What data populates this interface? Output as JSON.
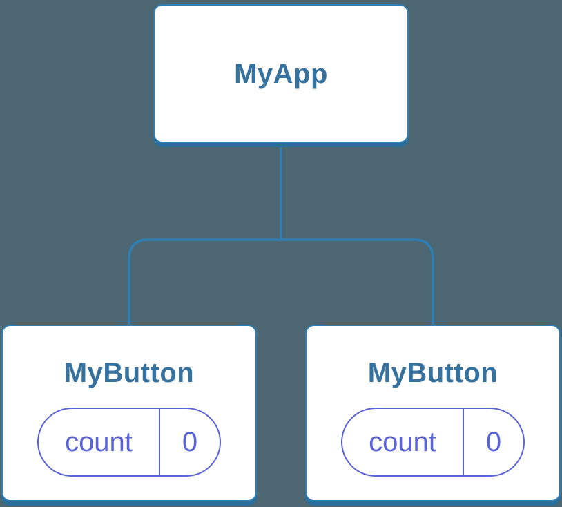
{
  "diagram": {
    "type": "component-tree",
    "root": {
      "label": "MyApp"
    },
    "children": [
      {
        "label": "MyButton",
        "state": {
          "key": "count",
          "value": "0"
        }
      },
      {
        "label": "MyButton",
        "state": {
          "key": "count",
          "value": "0"
        }
      }
    ]
  },
  "colors": {
    "background": "#4C6771",
    "box_fill": "#FFFFFF",
    "box_border": "#2E7EB3",
    "box_shadow_color": "#2A6E9E",
    "connector": "#2E7EB3",
    "node_text": "#36729F",
    "state_accent": "#5B63D8"
  }
}
